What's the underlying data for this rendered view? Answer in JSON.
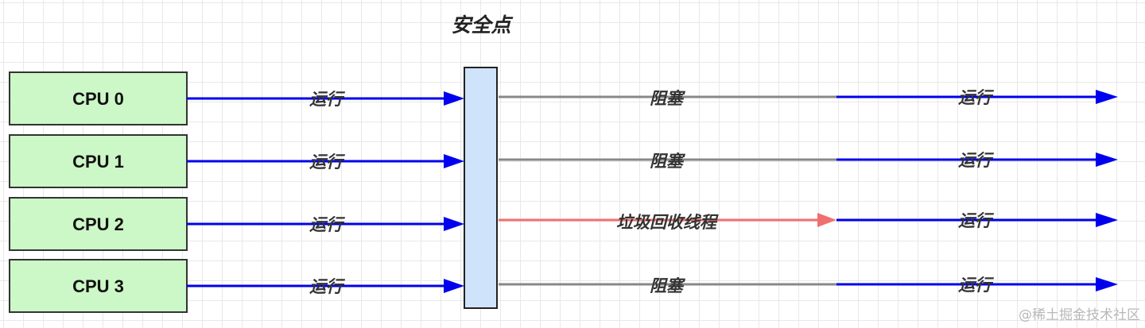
{
  "title": "安全点",
  "colors": {
    "cpu_fill": "#ccf7c6",
    "cpu_stroke": "#333333",
    "bar_fill": "#cfe3fa",
    "bar_stroke": "#222222",
    "running": "#0000ee",
    "blocked": "#888888",
    "gc": "#f07070"
  },
  "cpus": [
    {
      "label": "CPU 0",
      "before": "运行",
      "segments": [
        {
          "type": "blocked",
          "label": "阻塞"
        },
        {
          "type": "running",
          "label": "运行"
        }
      ]
    },
    {
      "label": "CPU 1",
      "before": "运行",
      "segments": [
        {
          "type": "blocked",
          "label": "阻塞"
        },
        {
          "type": "running",
          "label": "运行"
        }
      ]
    },
    {
      "label": "CPU 2",
      "before": "运行",
      "segments": [
        {
          "type": "gc",
          "label": "垃圾回收线程"
        },
        {
          "type": "running",
          "label": "运行"
        }
      ]
    },
    {
      "label": "CPU 3",
      "before": "运行",
      "segments": [
        {
          "type": "blocked",
          "label": "阻塞"
        },
        {
          "type": "running",
          "label": "运行"
        }
      ]
    }
  ],
  "watermark": "@稀土掘金技术社区"
}
